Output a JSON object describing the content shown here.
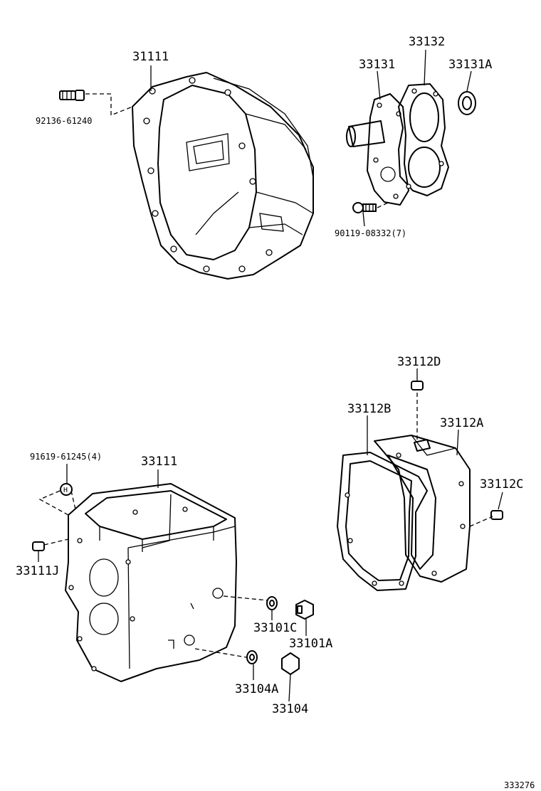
{
  "labels": {
    "housing_top": "31111",
    "bolt_top": "92136-61240",
    "retainer": "33131",
    "gasket_top": "33132",
    "seal": "33131A",
    "bolt_retainer": "90119-08332(7)",
    "plug_d": "33112D",
    "gasket_b": "33112B",
    "cover_a": "33112A",
    "pin_c": "33112C",
    "bolt_left": "91619-61245(4)",
    "case": "33111",
    "pin_j": "33111J",
    "washer_c": "33101C",
    "plug_a": "33101A",
    "washer_a": "33104A",
    "plug": "33104",
    "figure_number": "333276"
  },
  "icons": {
    "bolt_head": "H"
  }
}
